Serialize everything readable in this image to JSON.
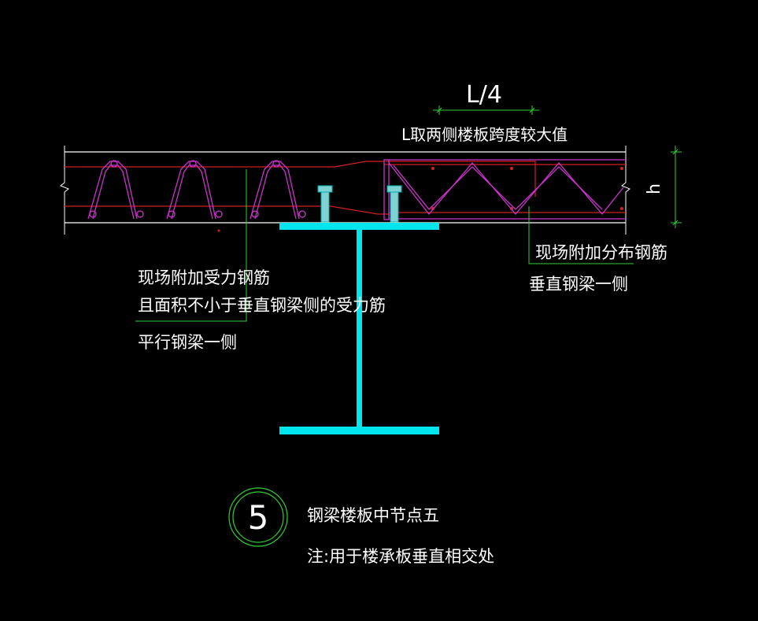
{
  "colors": {
    "background": "#000000",
    "slab_line": "#ffffff",
    "truss": "#cc33cc",
    "rebar": "#d42020",
    "beam": "#00e5ee",
    "leader": "#33cc33",
    "stud": "#7fd0d0",
    "text": "#ffffff"
  },
  "dimension": {
    "label": "L/4",
    "note": "L取两侧楼板跨度较大值",
    "height_label": "h"
  },
  "labels": {
    "left_line1": "现场附加受力钢筋",
    "left_line2": "且面积不小于垂直钢梁侧的受力筋",
    "left_line3": "平行钢梁一侧",
    "right_line1": "现场附加分布钢筋",
    "right_line2": "垂直钢梁一侧"
  },
  "detail": {
    "number": "5",
    "title": "钢梁楼板中节点五",
    "note": "注:用于楼承板垂直相交处"
  }
}
